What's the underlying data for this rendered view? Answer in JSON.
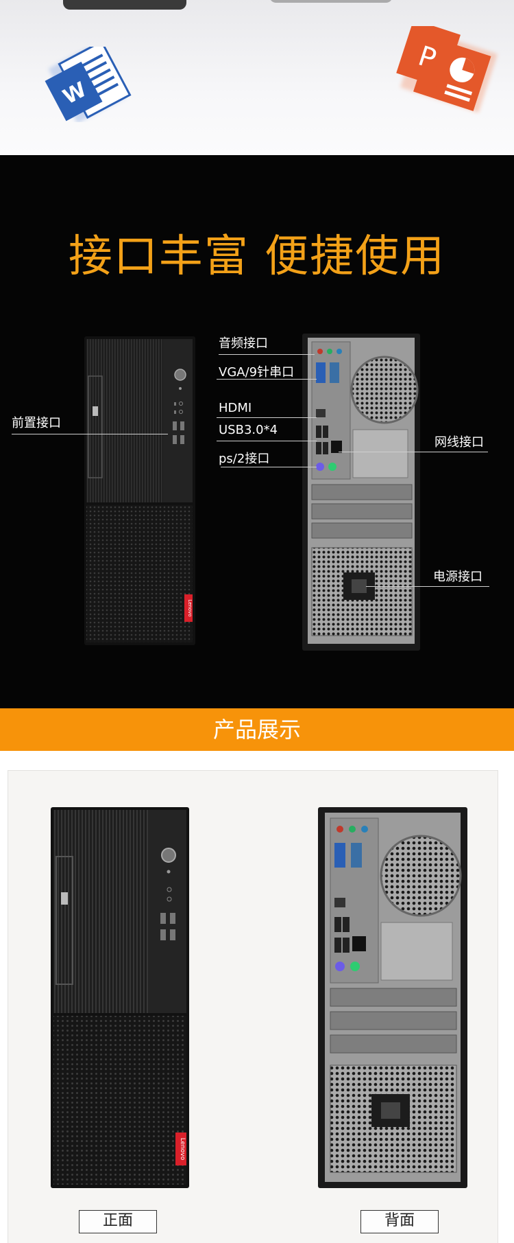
{
  "ports_section": {
    "title": "接口丰富 便捷使用",
    "labels": {
      "front": "前置接口",
      "audio": "音频接口",
      "vga": "VGA/9针串口",
      "hdmi": "HDMI",
      "usb": "USB3.0*4",
      "ps2": "ps/2接口",
      "lan": "网线接口",
      "power": "电源接口"
    }
  },
  "banner": {
    "title": "产品展示"
  },
  "display": {
    "front_caption": "正面",
    "back_caption": "背面"
  },
  "icons": {
    "word": "word-icon",
    "ppt": "powerpoint-icon",
    "brand_tag": "Lenovo"
  },
  "colors": {
    "accent_orange": "#f7930a",
    "title_orange": "#f3a118",
    "word_blue": "#2a5fb5",
    "ppt_orange": "#e4582a",
    "lenovo_red": "#d9202a"
  }
}
